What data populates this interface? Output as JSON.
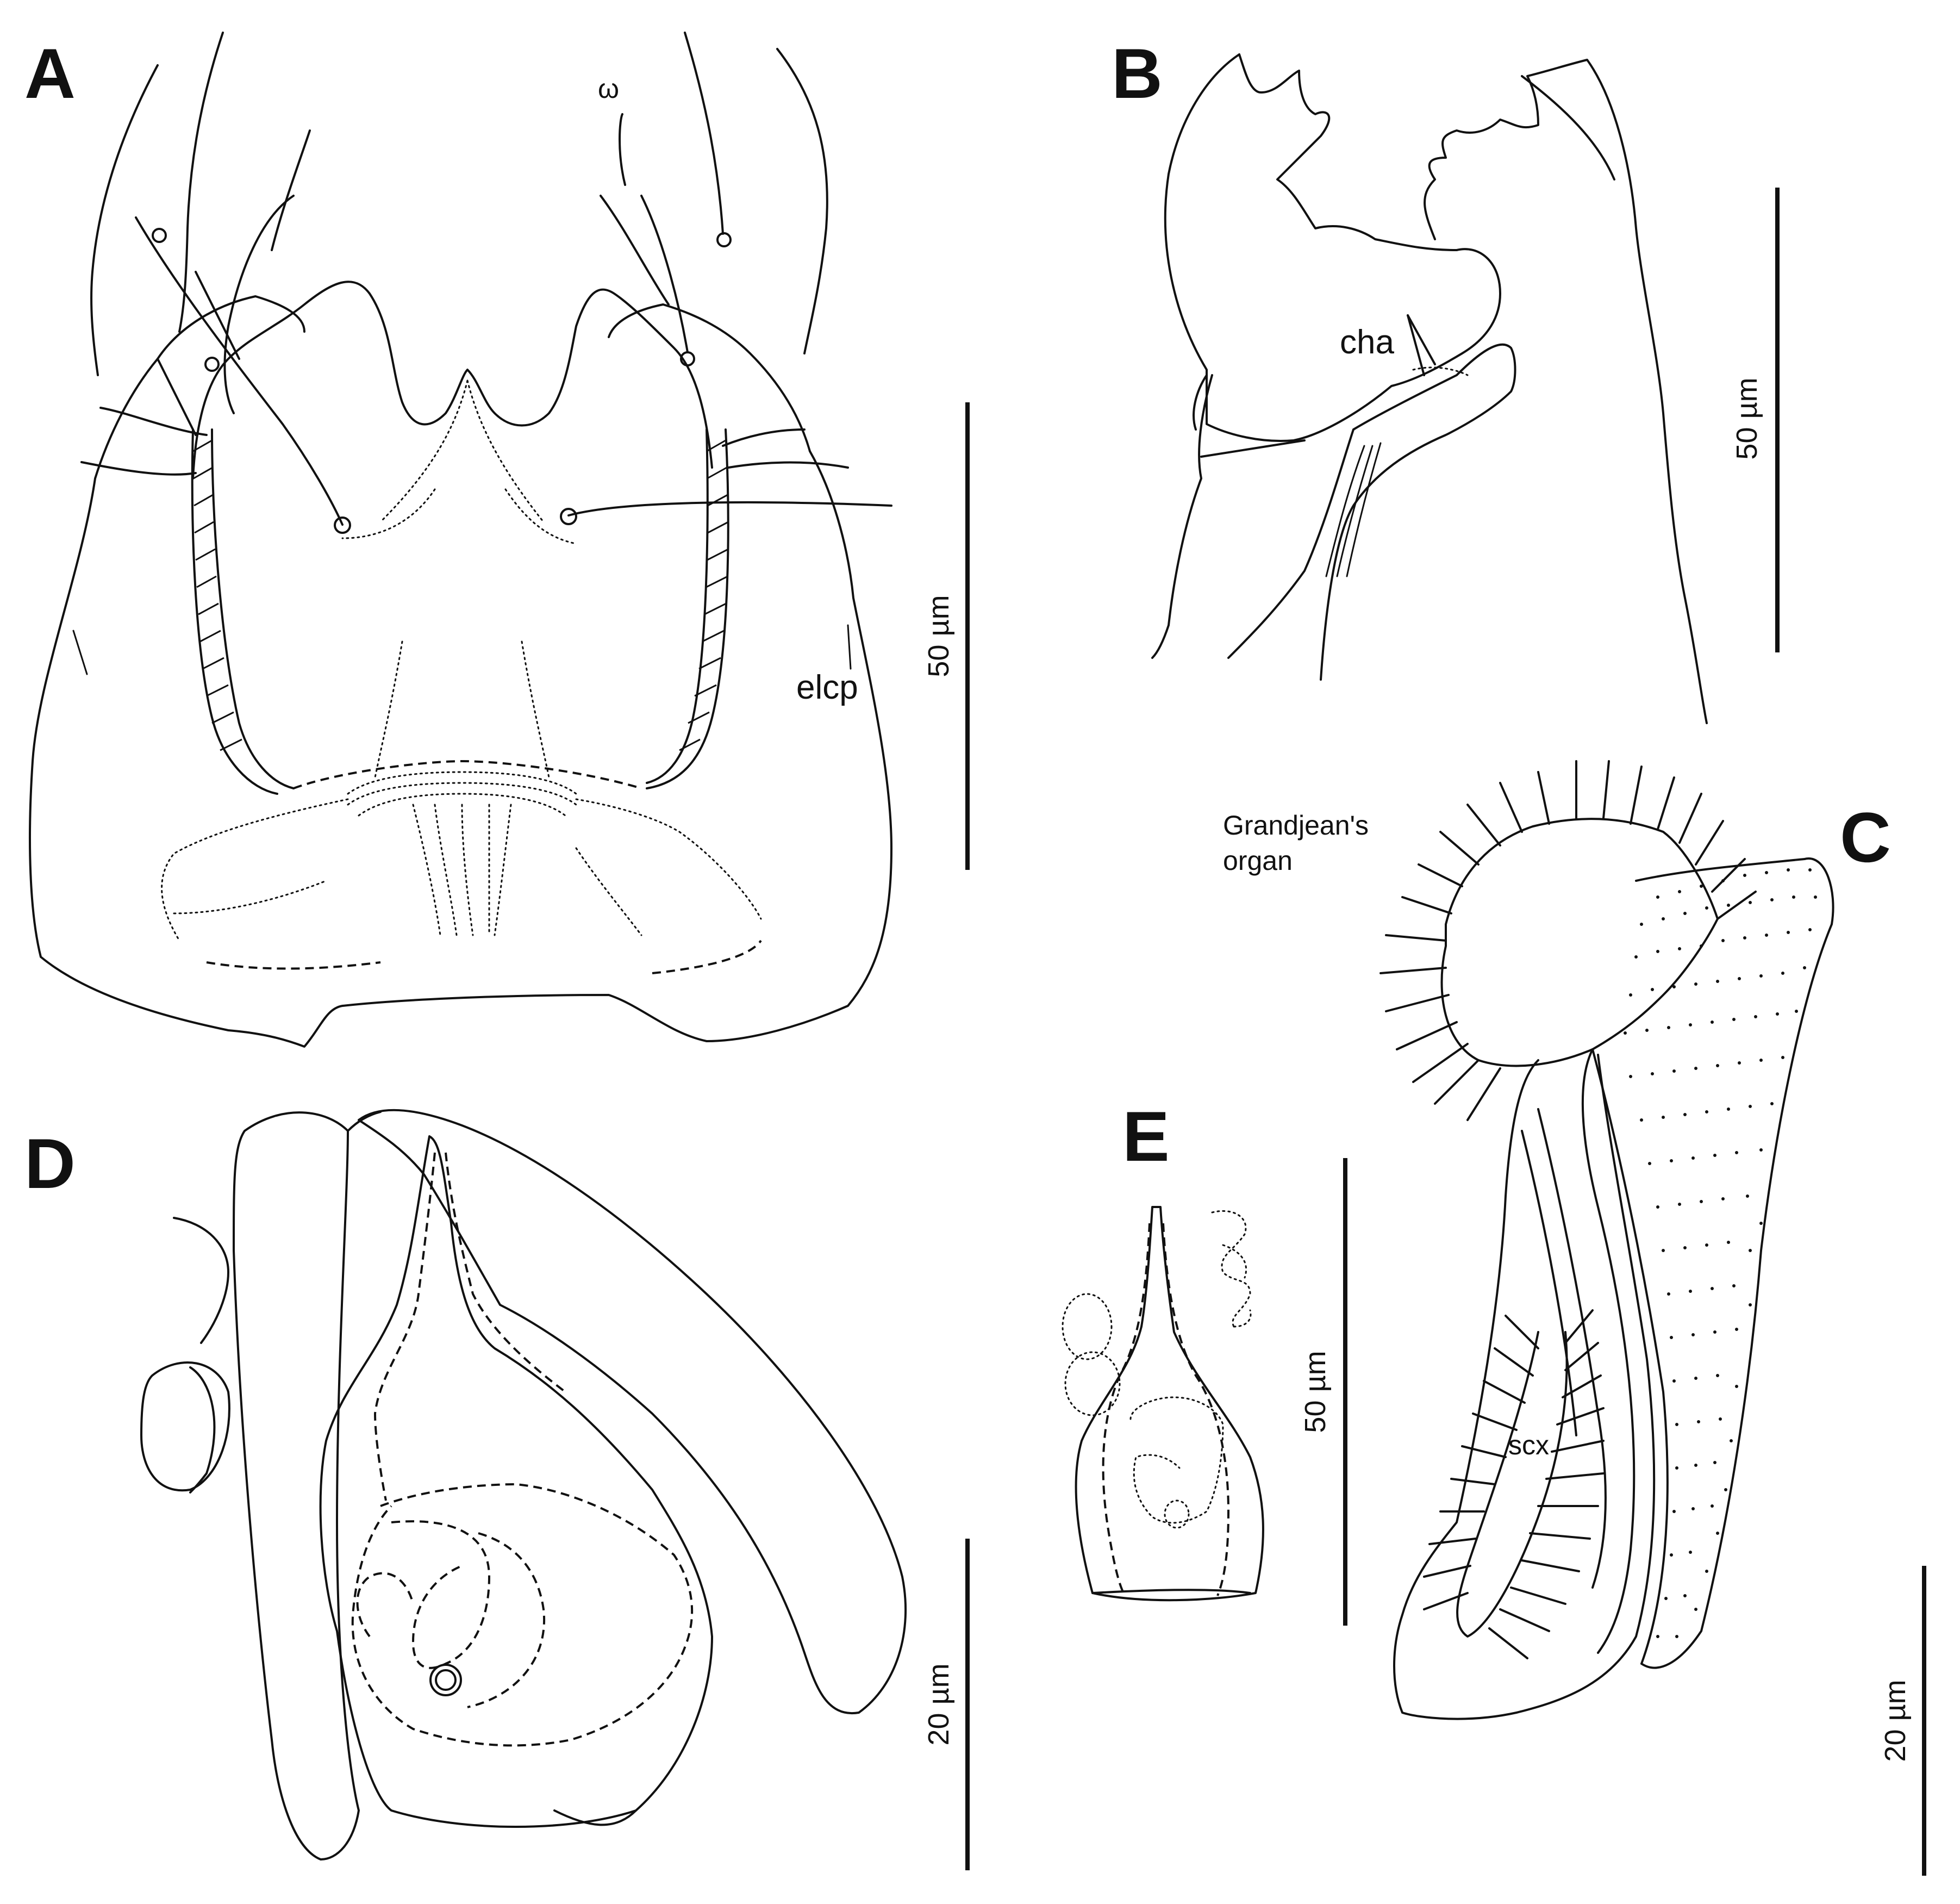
{
  "panels": {
    "A": {
      "letter": "A",
      "labels": {
        "omega": "ω",
        "elcp": "elcp"
      },
      "scale": "50 µm"
    },
    "B": {
      "letter": "B",
      "labels": {
        "cha": "cha"
      },
      "scale": "50 µm"
    },
    "C": {
      "letter": "C",
      "labels": {
        "grandjean_line1": "Grandjean's",
        "grandjean_line2": "organ",
        "scx": "scx"
      },
      "scale": "20 µm"
    },
    "D": {
      "letter": "D",
      "scale": "20 µm"
    },
    "E": {
      "letter": "E",
      "scale": "50 µm"
    }
  }
}
